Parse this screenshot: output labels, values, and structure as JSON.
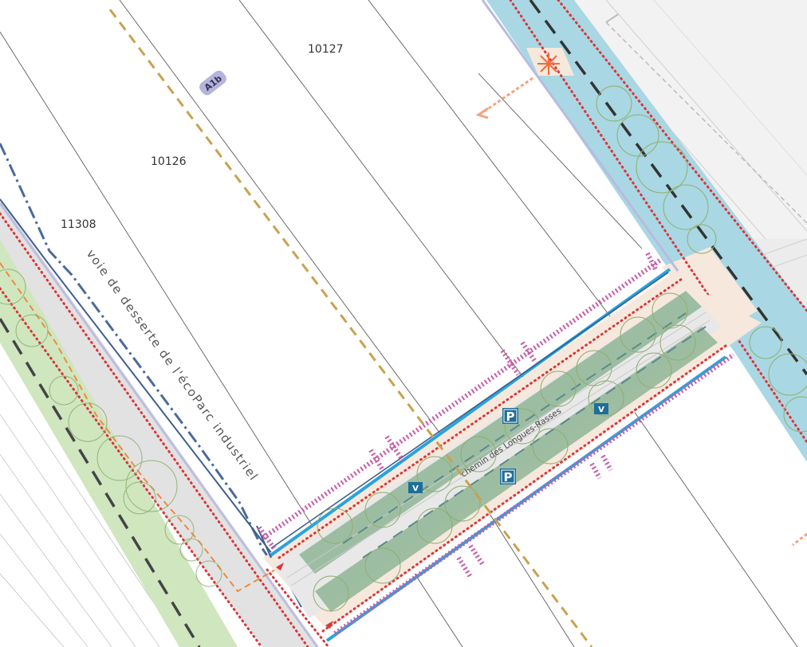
{
  "map": {
    "parcels": [
      {
        "label": "10127"
      },
      {
        "label": "10126"
      },
      {
        "label": "11308"
      }
    ],
    "zone_badge": "A1b",
    "road_labels": {
      "service_road": "voie de desserte de l'écoParc industriel",
      "street": "chemin des Longues-Rasses"
    },
    "signs": {
      "parking": "P",
      "bike": "V"
    },
    "colors": {
      "service_road_green": "#cfe6bf",
      "street_green": "#8fb596",
      "pavement_peach": "#f6e8dc",
      "canal_blue": "#a9d7e3",
      "cycle_lane_blue": "#29a3dd",
      "boundary_red": "#d9373b",
      "hedge_magenta": "#c65ca9",
      "zone_line_gold": "#c8a24e",
      "boundary_navy": "#4a6a9a",
      "orange_path": "#f08a3c",
      "sign_blue": "#1f6e9a"
    }
  }
}
